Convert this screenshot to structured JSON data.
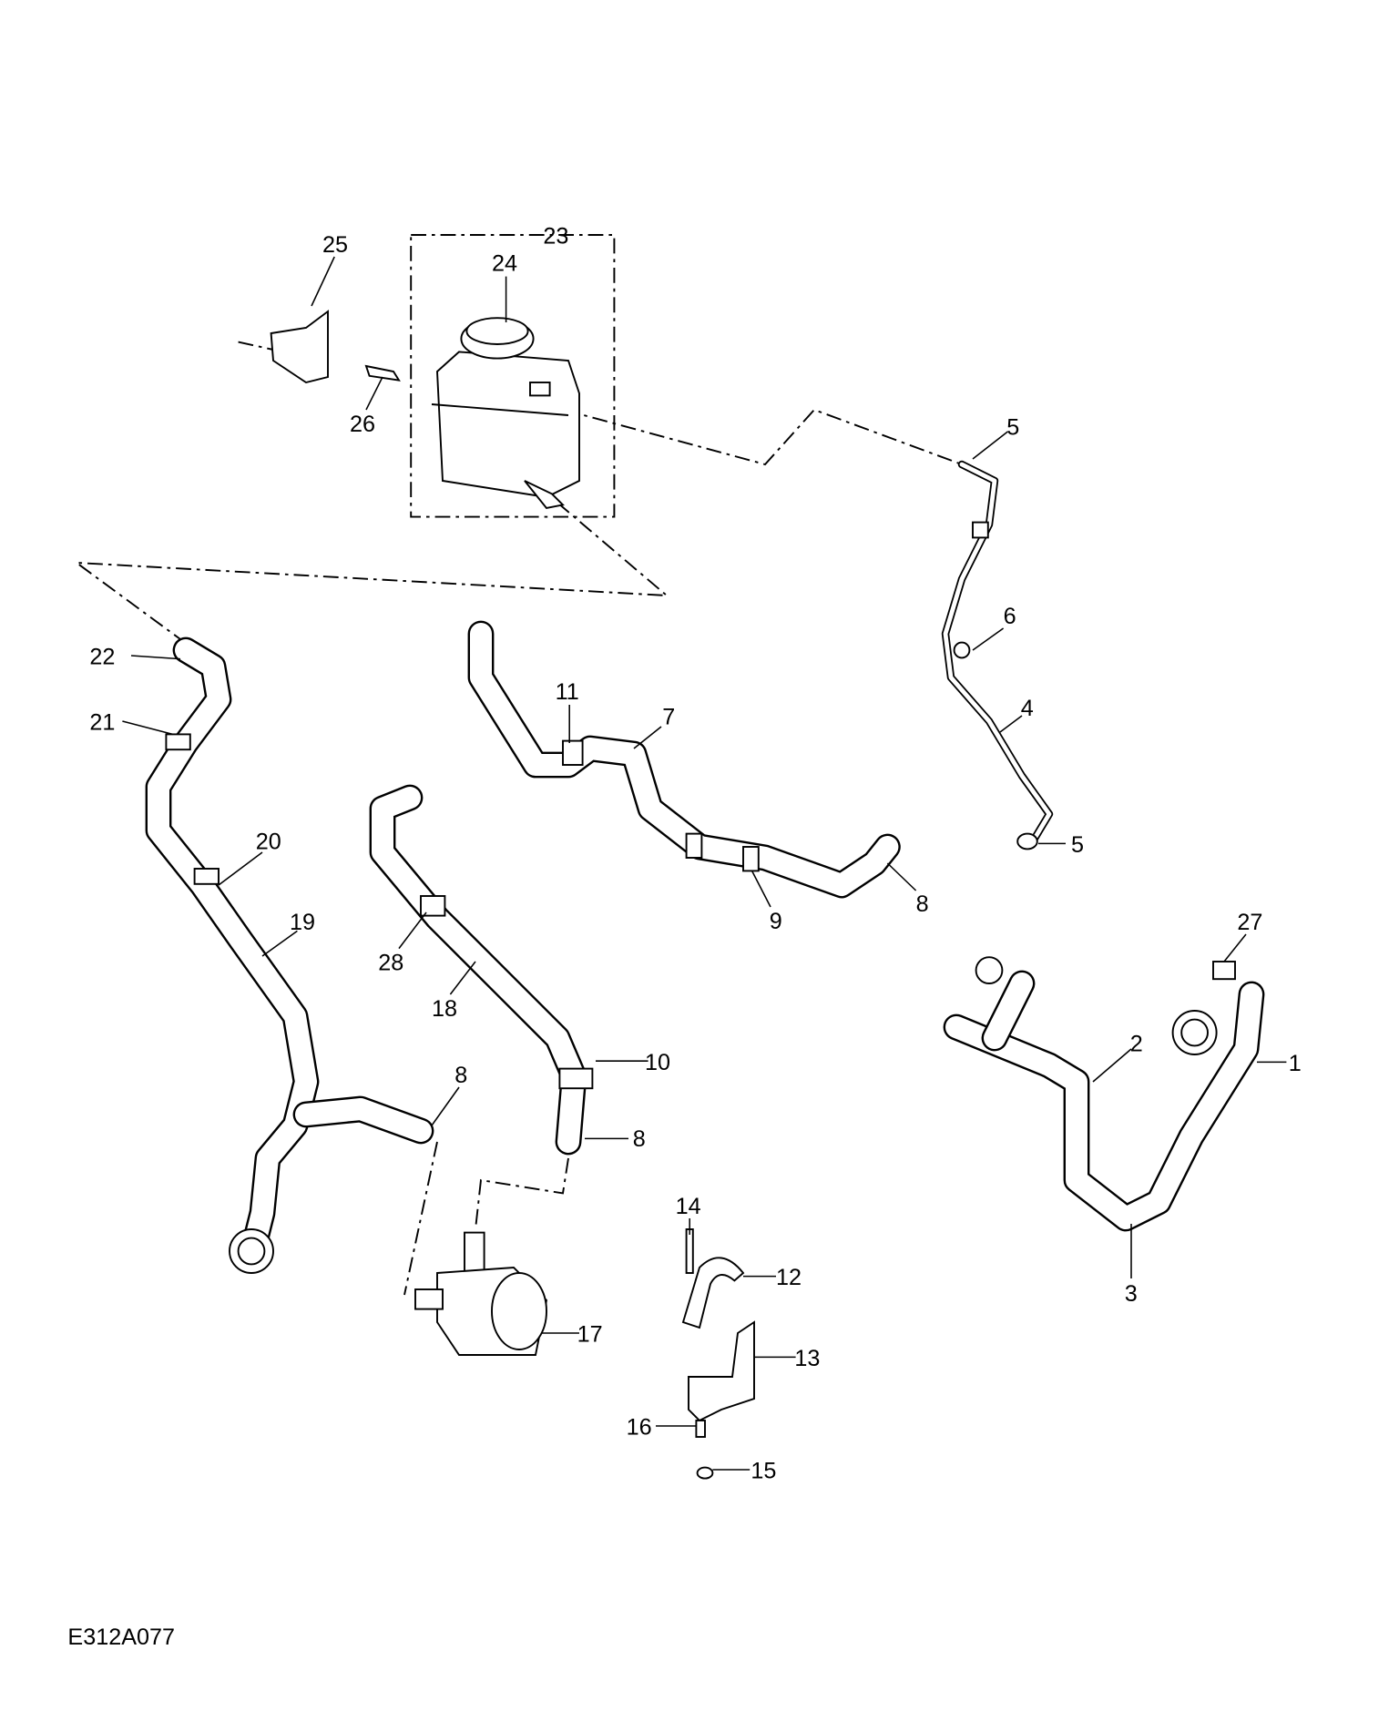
{
  "diagram": {
    "code": "E312A077",
    "callouts": {
      "c1": "1",
      "c2": "2",
      "c3": "3",
      "c4": "4",
      "c5a": "5",
      "c5b": "5",
      "c6": "6",
      "c7": "7",
      "c8a": "8",
      "c8b": "8",
      "c8c": "8",
      "c9": "9",
      "c10": "10",
      "c11": "11",
      "c12": "12",
      "c13": "13",
      "c14": "14",
      "c15": "15",
      "c16": "16",
      "c17": "17",
      "c18": "18",
      "c19": "19",
      "c20": "20",
      "c21": "21",
      "c22": "22",
      "c23": "23",
      "c24": "24",
      "c25": "25",
      "c26": "26",
      "c27": "27",
      "c28": "28"
    }
  }
}
